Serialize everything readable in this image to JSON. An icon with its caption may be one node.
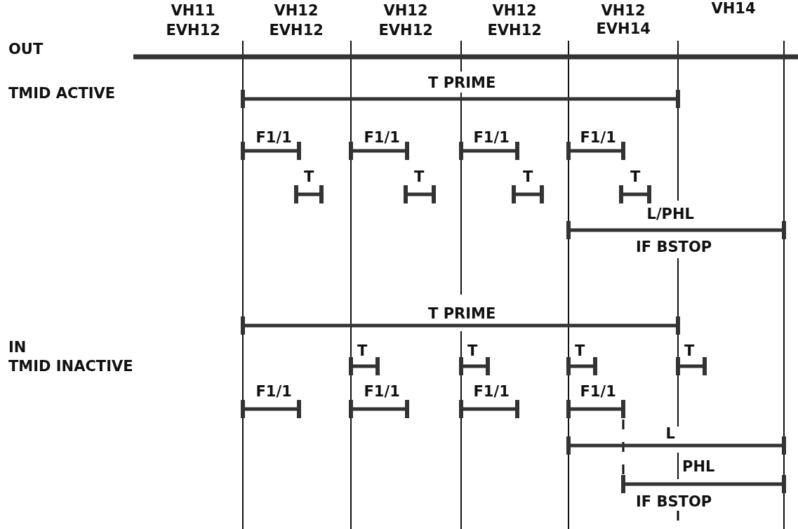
{
  "diagram": {
    "labels": [
      "VH11",
      "VH12",
      "VH12",
      "VH12",
      "VH12",
      "VH14",
      "OUT",
      "EVH12",
      "EVH12",
      "EVH12",
      "EVH12",
      "EVH14",
      "T PRIME",
      "TMID ACTIVE",
      "F1/1",
      "F1/1",
      "F1/1",
      "F1/1",
      "T",
      "T",
      "T",
      "T",
      "L/PHL",
      "IF BSTOP",
      "T PRIME",
      "IN",
      "TMID INACTIVE",
      "T",
      "T",
      "T",
      "T",
      "F1/1",
      "F1/1",
      "F1/1",
      "F1/1",
      "L",
      "PHL",
      "IF BSTOP"
    ]
  }
}
